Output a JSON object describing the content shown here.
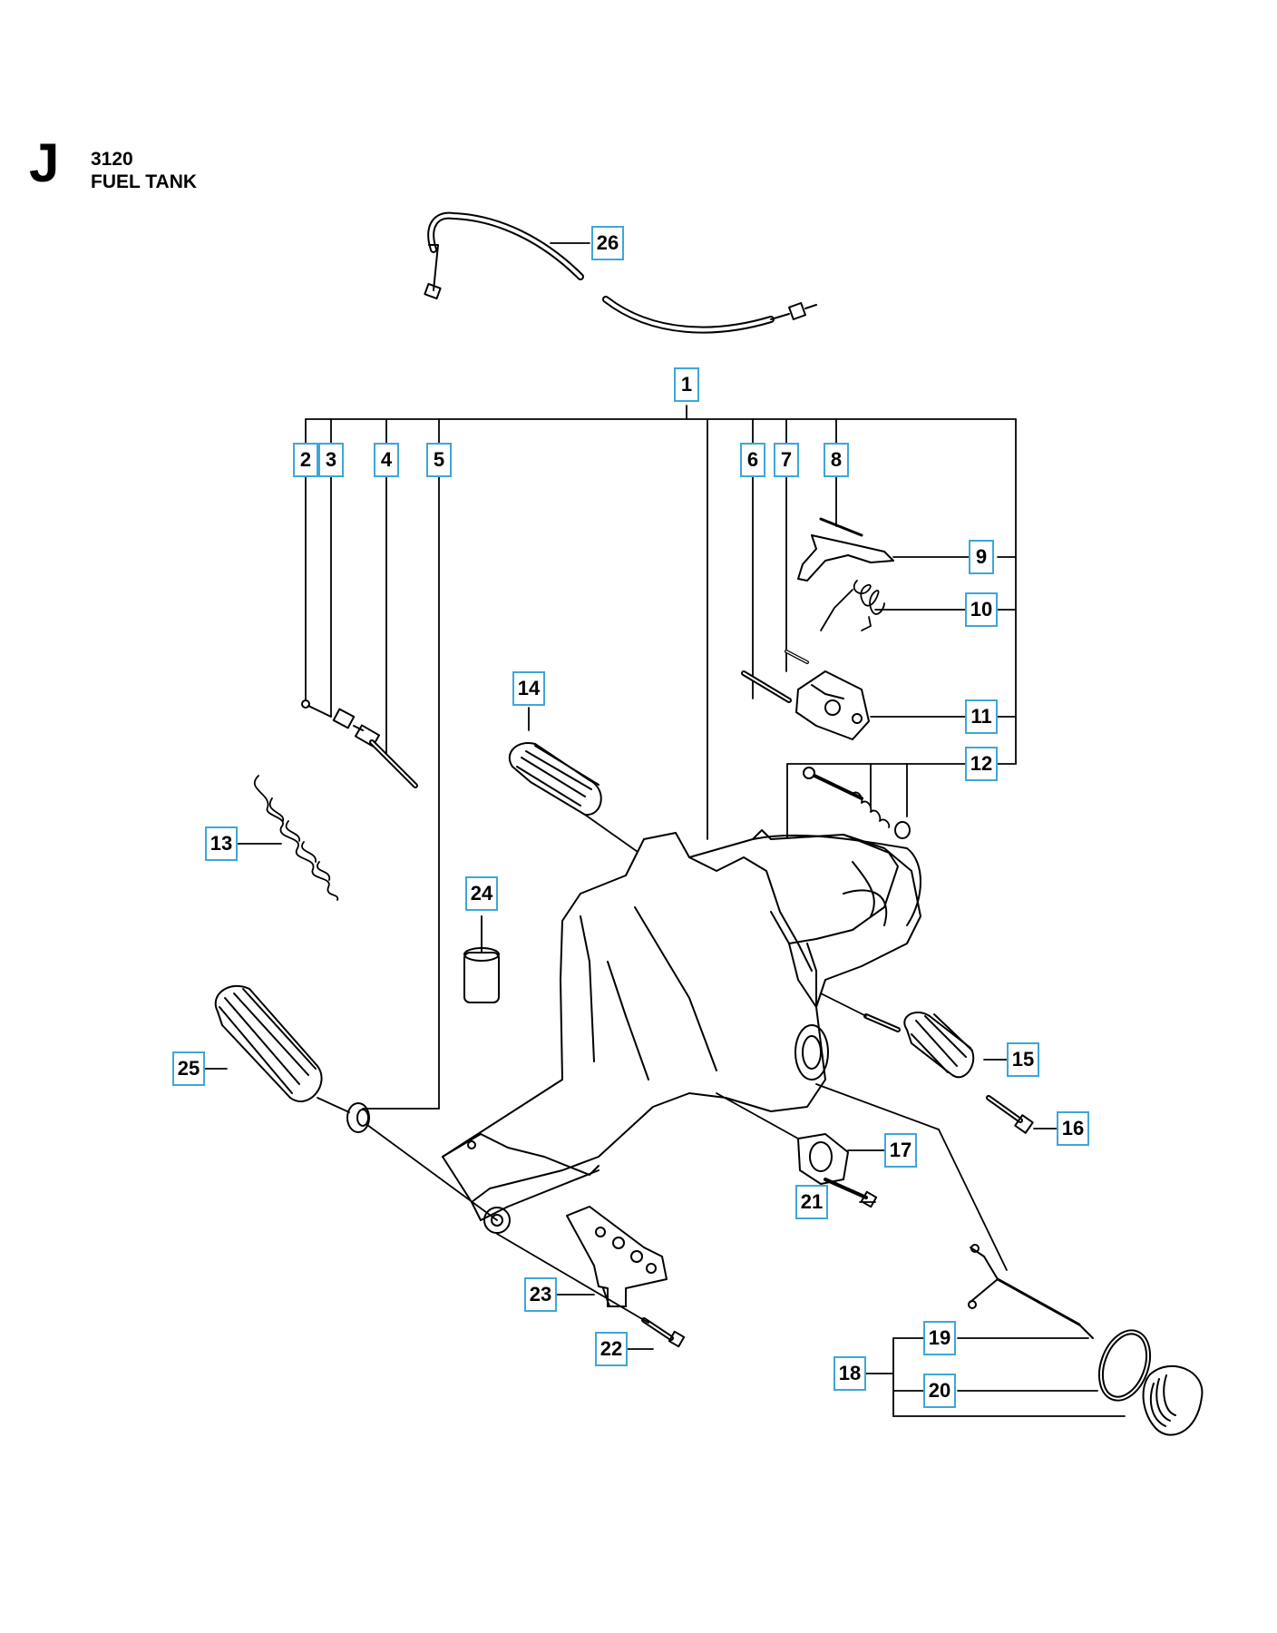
{
  "section": {
    "letter": "J",
    "number": "3120",
    "title": "FUEL TANK"
  },
  "callouts": {
    "c1": "1",
    "c2": "2",
    "c3": "3",
    "c4": "4",
    "c5": "5",
    "c6": "6",
    "c7": "7",
    "c8": "8",
    "c9": "9",
    "c10": "10",
    "c11": "11",
    "c12": "12",
    "c13": "13",
    "c14": "14",
    "c15": "15",
    "c16": "16",
    "c17": "17",
    "c18": "18",
    "c19": "19",
    "c20": "20",
    "c21": "21",
    "c22": "22",
    "c23": "23",
    "c24": "24",
    "c25": "25",
    "c26": "26"
  },
  "colors": {
    "callout_border": "#3ea6d8",
    "line": "#000000"
  }
}
